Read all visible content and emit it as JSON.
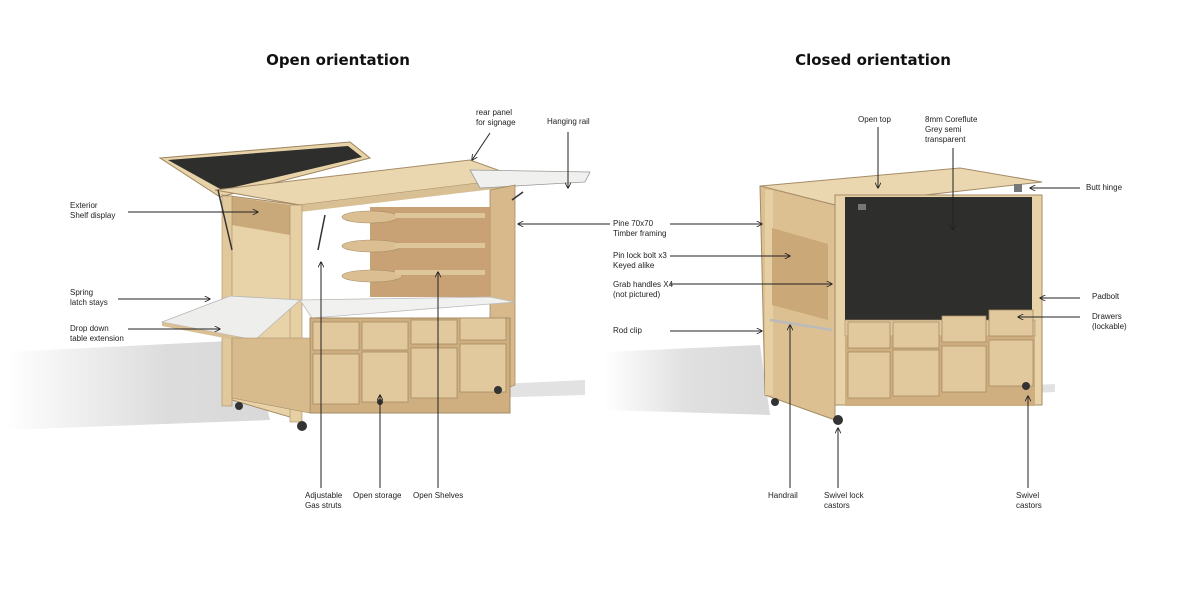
{
  "titles": {
    "open": "Open orientation",
    "closed": "Closed orientation"
  },
  "open_labels": {
    "rear_panel": "rear panel\nfor signage",
    "hanging_rail": "Hanging rail",
    "exterior_shelf": "Exterior\nShelf display",
    "spring_latch": "Spring\nlatch stays",
    "drop_down": "Drop down\ntable extension",
    "gas_struts": "Adjustable\nGas struts",
    "open_storage": "Open storage",
    "open_shelves": "Open Shelves"
  },
  "middle_labels": {
    "pine": "Pine 70x70\nTimber framing",
    "pin_lock": "Pin lock bolt x3\nKeyed alike",
    "grab_handles": "Grab handles X4\n(not pictured)",
    "rod_clip": "Rod clip"
  },
  "closed_labels": {
    "open_top": "Open top",
    "coreflute": "8mm Coreflute\nGrey semi\ntransparent",
    "butt_hinge": "Butt hinge",
    "padbolt": "Padbolt",
    "drawers": "Drawers\n(lockable)",
    "handrail": "Handrail",
    "swivel_lock": "Swivel lock\ncastors",
    "swivel": "Swivel\ncastors"
  },
  "colors": {
    "wood": "#e8d3a8",
    "ply": "#d9b98a",
    "dark_panel": "#2e2e2c",
    "white_top": "#f1f1ef",
    "shadow": "#d6d6d6"
  }
}
